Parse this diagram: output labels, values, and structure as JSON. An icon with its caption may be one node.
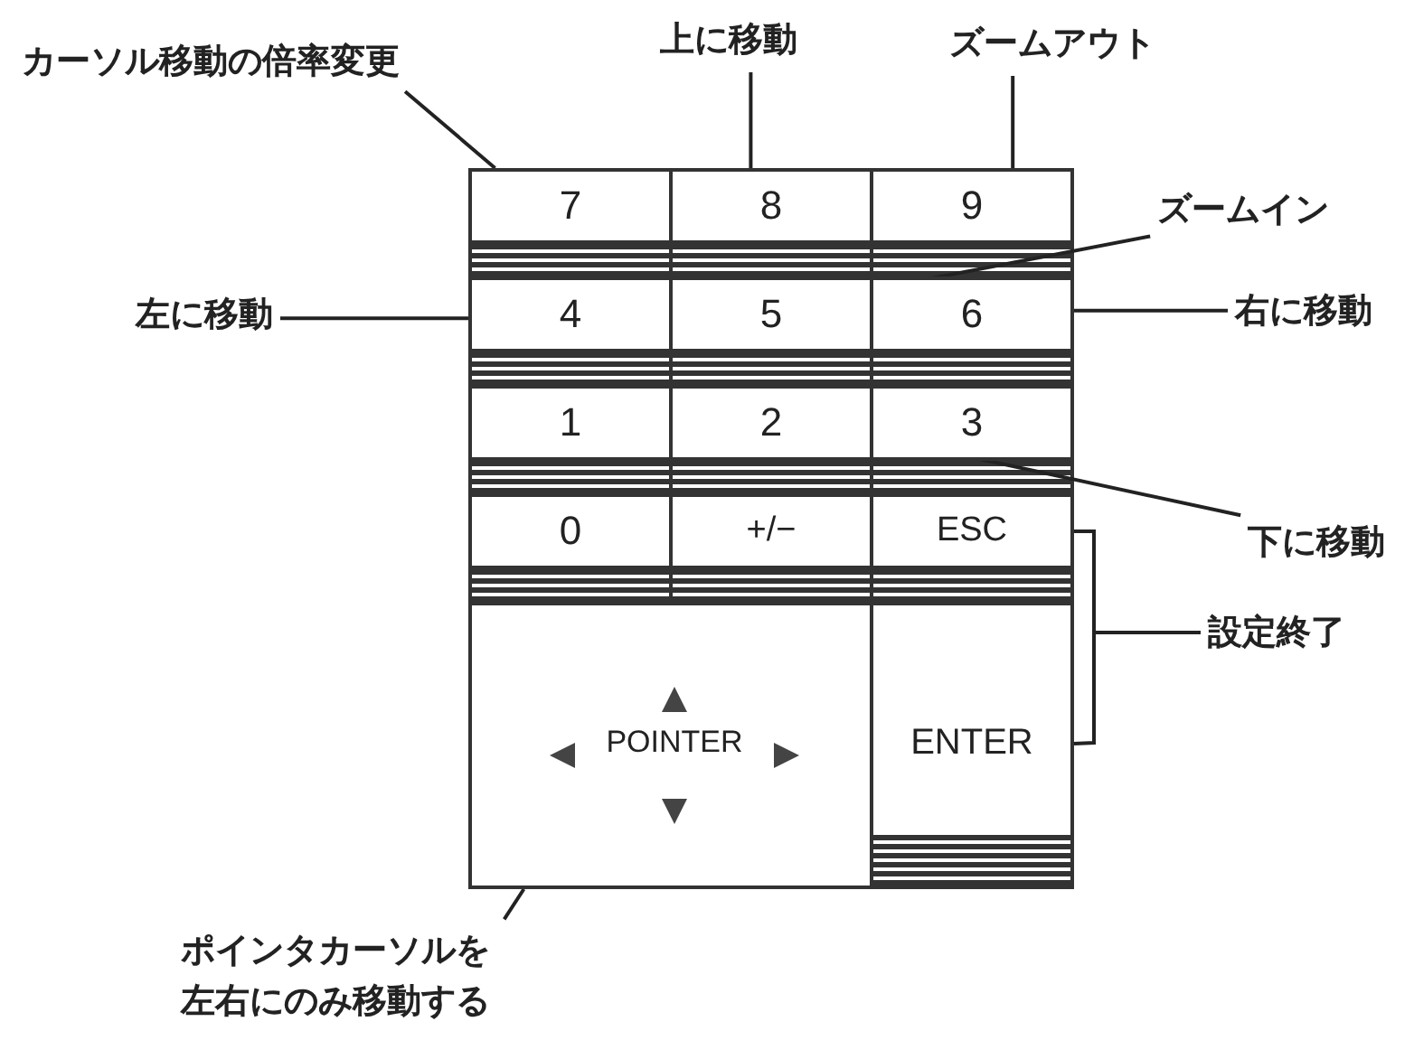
{
  "diagram": {
    "nodes": [
      {
        "text": [
          "カーソル移動の倍率変更"
        ]
      },
      {
        "text": [
          "上に移動"
        ]
      },
      {
        "text": [
          "ズームアウト"
        ]
      },
      {
        "text": [
          "7"
        ]
      },
      {
        "text": [
          "8"
        ]
      },
      {
        "text": [
          "9"
        ]
      },
      {
        "text": [
          "ズームイン"
        ]
      },
      {
        "text": [
          "左に移動"
        ]
      },
      {
        "text": [
          "4"
        ]
      },
      {
        "text": [
          "5"
        ]
      },
      {
        "text": [
          "6"
        ]
      },
      {
        "text": [
          "右に移動"
        ]
      },
      {
        "text": [
          "1"
        ]
      },
      {
        "text": [
          "2"
        ]
      },
      {
        "text": [
          "3"
        ]
      },
      {
        "text": [
          "0"
        ]
      },
      {
        "text": [
          "+/−"
        ]
      },
      {
        "text": [
          "ESC"
        ]
      },
      {
        "text": [
          "下に移動"
        ]
      },
      {
        "text": [
          "POINTER"
        ]
      },
      {
        "text": [
          "ENTER"
        ]
      },
      {
        "text": [
          "設定終了"
        ]
      },
      {
        "text": [
          "ポインタカーソルを左右にのみ移動する"
        ]
      }
    ],
    "edges": [
      {
        "from": 0,
        "to": 3,
        "arrow": "none"
      },
      {
        "from": 1,
        "to": 4,
        "arrow": "none"
      },
      {
        "from": 2,
        "to": 5,
        "arrow": "none"
      },
      {
        "from": 6,
        "to": 9,
        "arrow": "none"
      },
      {
        "from": 7,
        "to": 8,
        "arrow": "none"
      },
      {
        "from": 11,
        "to": 10,
        "arrow": "none"
      },
      {
        "from": 18,
        "to": 13,
        "arrow": "none"
      },
      {
        "from": 21,
        "to": 17,
        "arrow": "none"
      },
      {
        "from": 21,
        "to": 20,
        "arrow": "none"
      },
      {
        "from": 22,
        "to": 19,
        "arrow": "none"
      }
    ]
  }
}
